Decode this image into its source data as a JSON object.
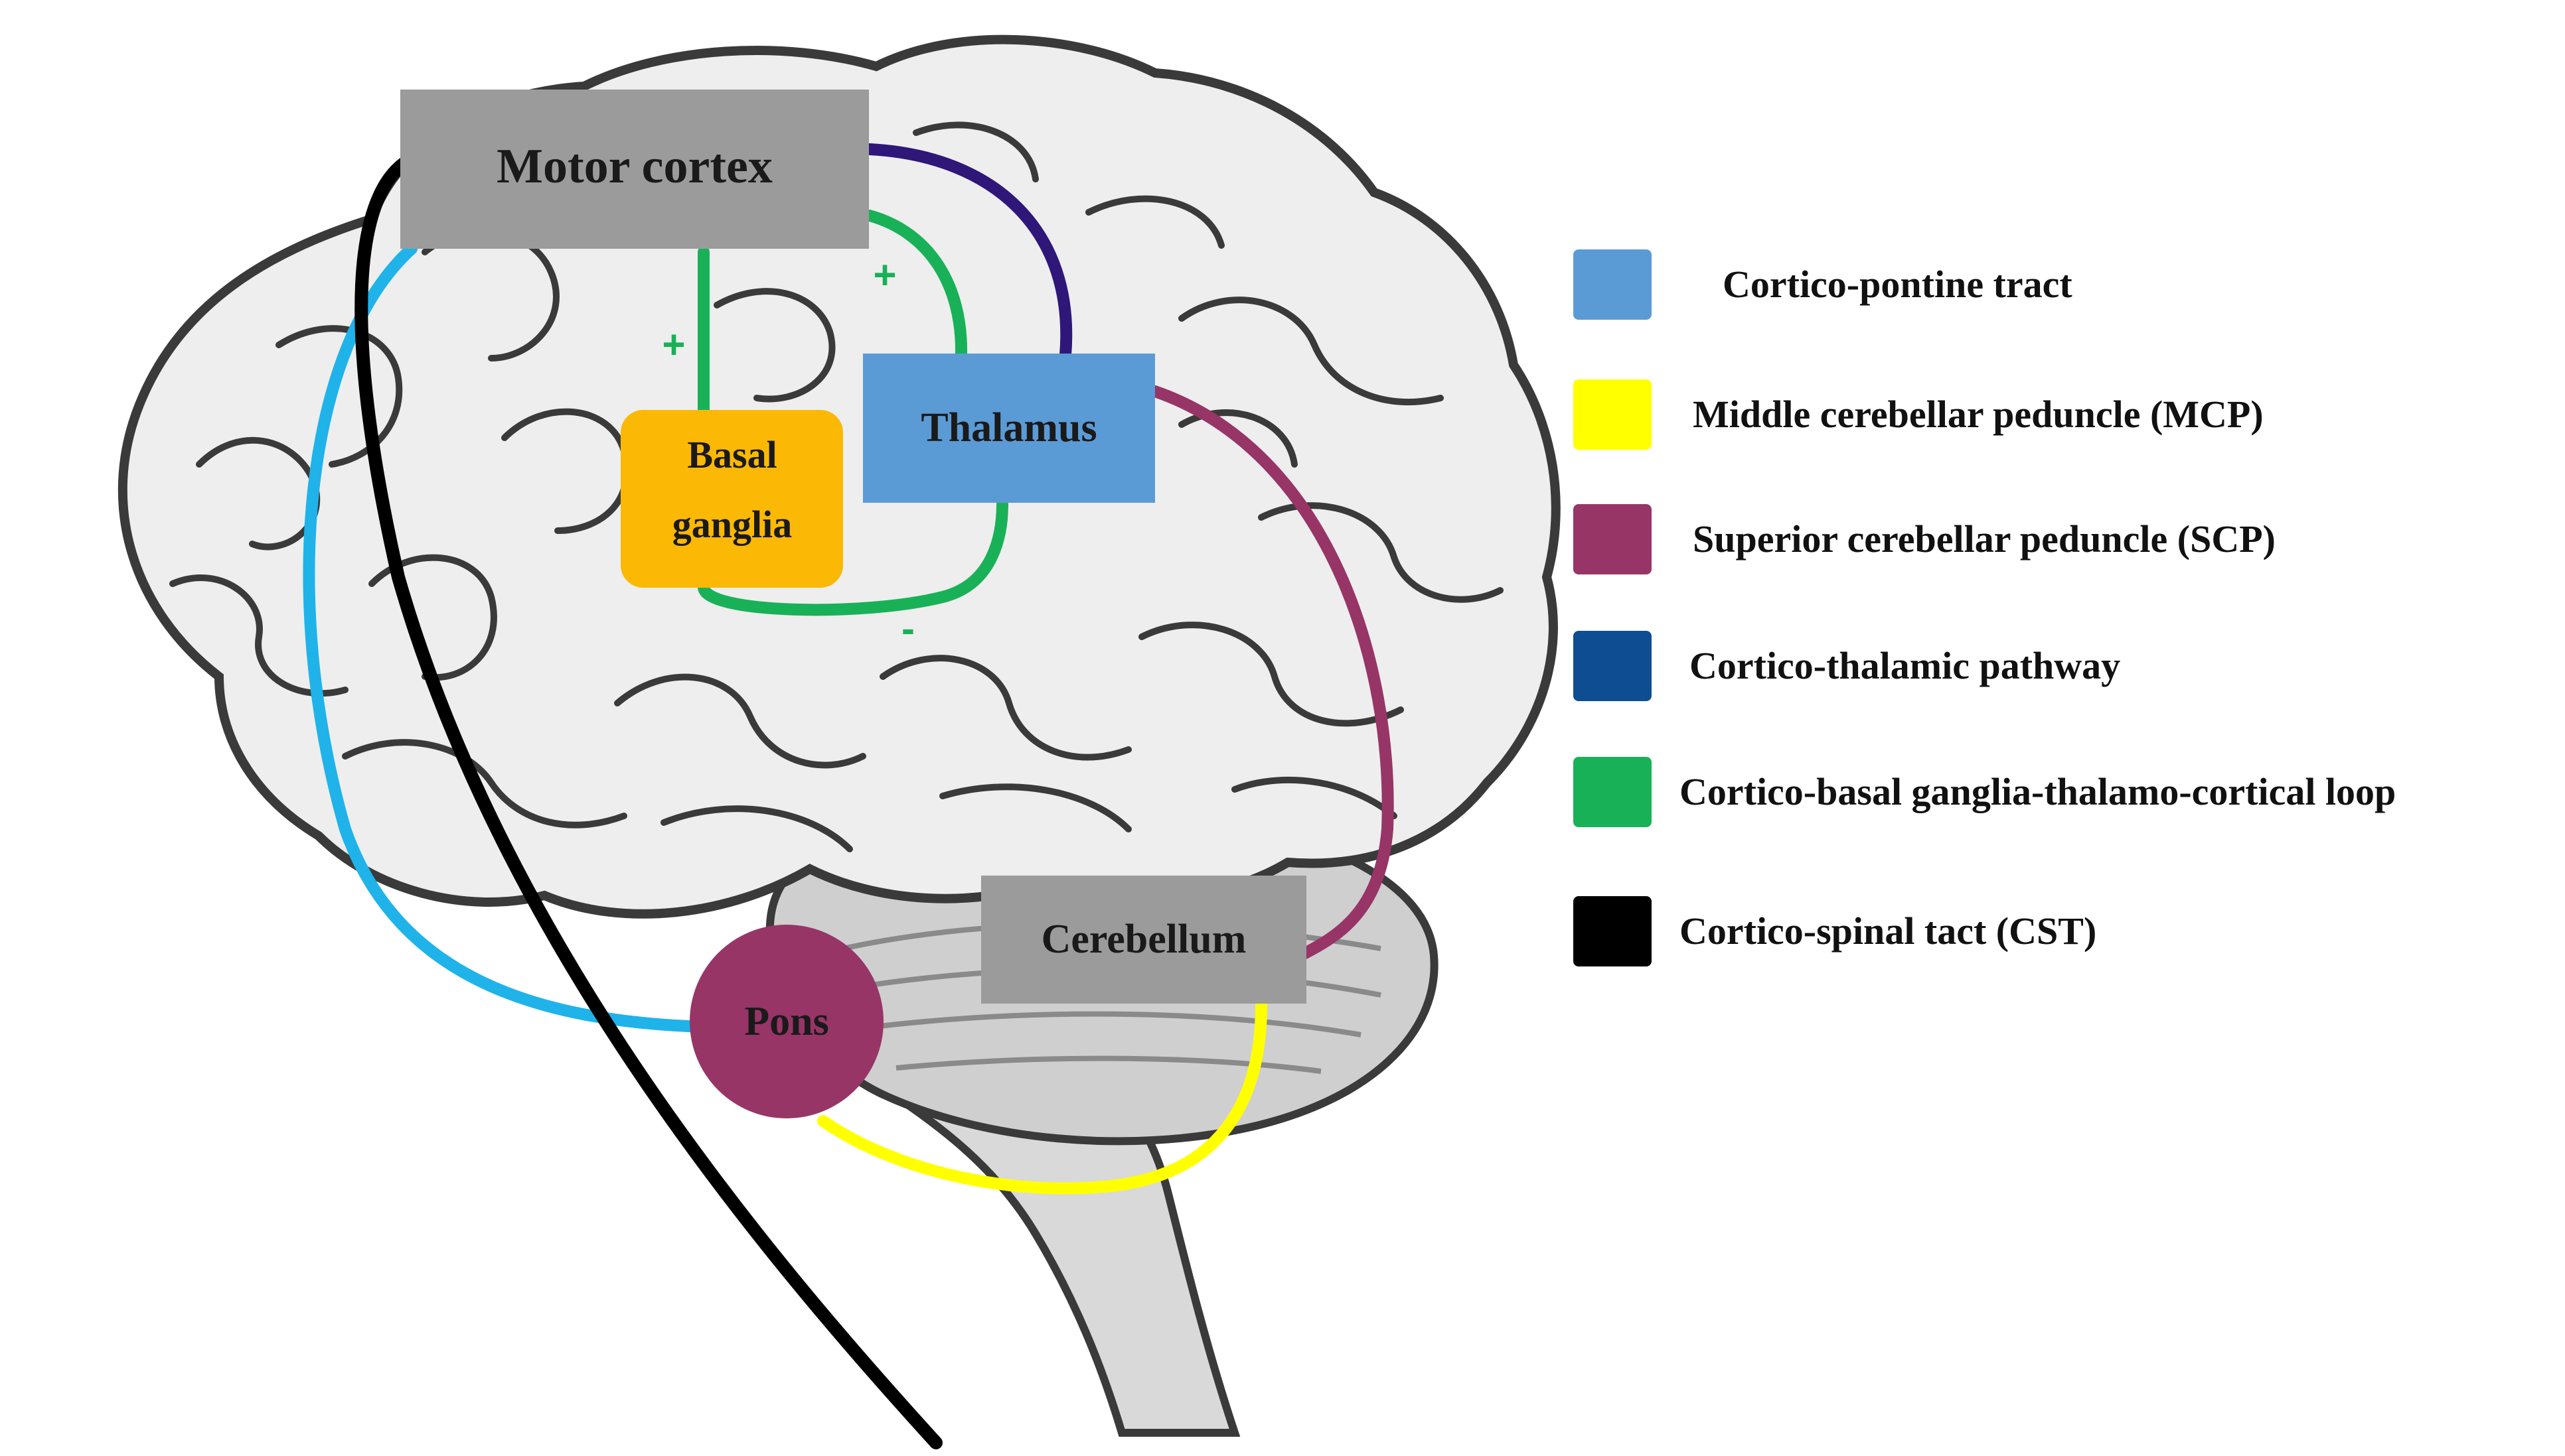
{
  "nodes": {
    "motor_cortex": "Motor cortex",
    "basal_ganglia_line1": "Basal",
    "basal_ganglia_line2": "ganglia",
    "thalamus": "Thalamus",
    "cerebellum": "Cerebellum",
    "pons": "Pons"
  },
  "signs": {
    "bg_plus": "+",
    "thal_plus": "+",
    "loop_minus": "-"
  },
  "colors": {
    "cortico_pontine": "#1fb3ea",
    "mcp": "#ffff00",
    "scp": "#973567",
    "cortico_thalamic": "#2e1779",
    "cbgtc_loop": "#19b157",
    "cst": "#000000",
    "box_gray": "#9b9b9b",
    "basal_ganglia_fill": "#fbb805",
    "thalamus_fill": "#5b9bd5",
    "pons_fill": "#973567"
  },
  "legend": [
    {
      "label": "Cortico-pontine tract",
      "swatch": "#5b9bd5"
    },
    {
      "label": "Middle cerebellar peduncle (MCP)",
      "swatch": "#ffff00"
    },
    {
      "label": "Superior cerebellar peduncle (SCP)",
      "swatch": "#973567"
    },
    {
      "label": "Cortico-thalamic pathway",
      "swatch": "#0f4d92"
    },
    {
      "label": "Cortico-basal ganglia-thalamo-cortical loop",
      "swatch": "#19b157"
    },
    {
      "label": "Cortico-spinal tact (CST)",
      "swatch": "#000000"
    }
  ]
}
